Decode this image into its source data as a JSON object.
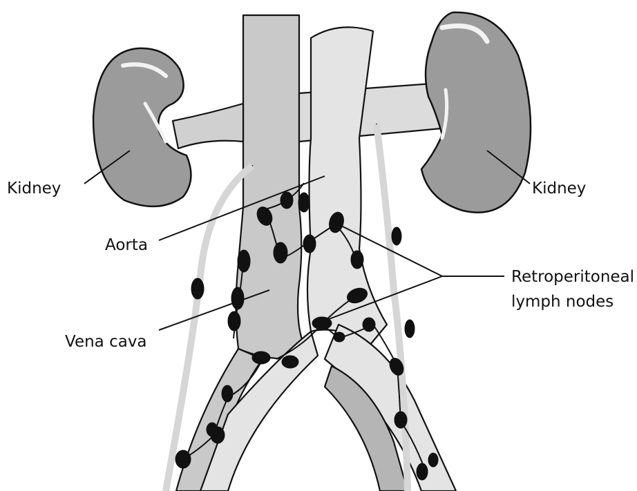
{
  "labels": {
    "kidney_left": "Kidney",
    "kidney_right": "Kidney",
    "aorta": "Aorta",
    "vena_cava": "Vena cava",
    "nodes_line1": "Retroperitoneal",
    "nodes_line2": "lymph nodes"
  },
  "colors": {
    "kidney": "#9b9b9b",
    "vena_cava": "#c9c9c9",
    "aorta": "#e4e4e4",
    "ureter": "#d6d6d6",
    "iliac_inner": "#b5b5b5",
    "lymph_node": "#111111"
  }
}
